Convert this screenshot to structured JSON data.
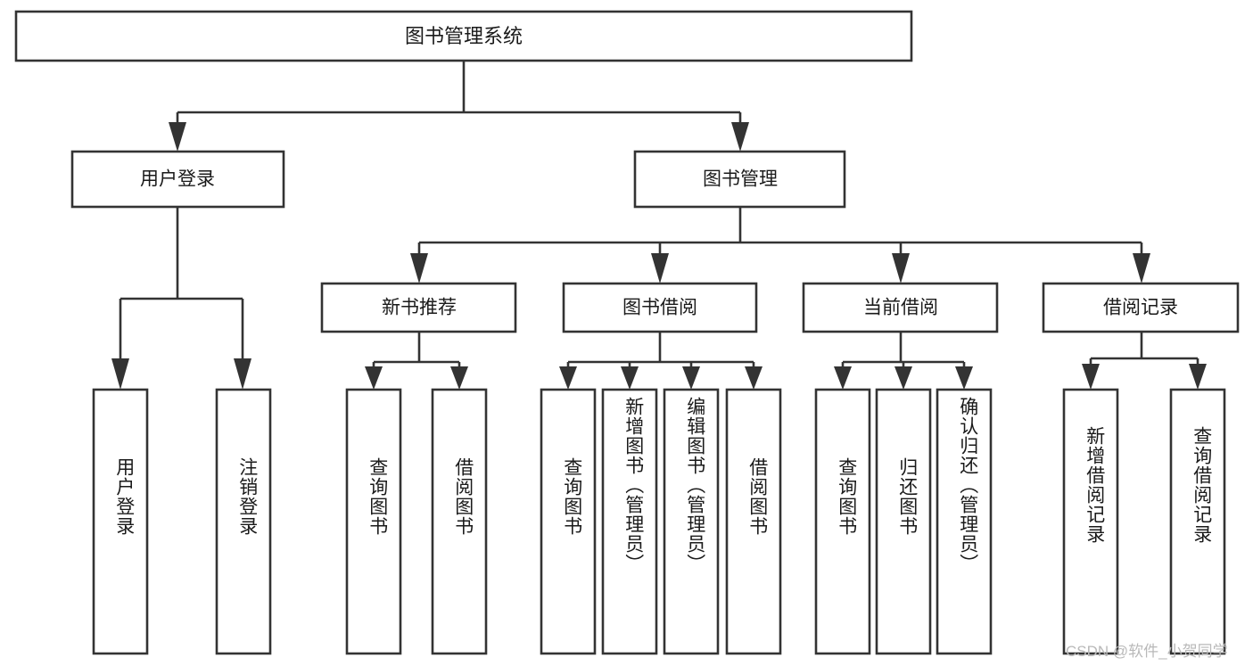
{
  "diagram": {
    "type": "tree-hierarchy",
    "root": {
      "id": "root",
      "label": "图书管理系统"
    },
    "level2": [
      {
        "id": "user-login",
        "label": "用户登录"
      },
      {
        "id": "book-manage",
        "label": "图书管理"
      }
    ],
    "level3": [
      {
        "id": "new-book-recommend",
        "label": "新书推荐"
      },
      {
        "id": "book-borrow",
        "label": "图书借阅"
      },
      {
        "id": "current-borrow",
        "label": "当前借阅"
      },
      {
        "id": "borrow-record",
        "label": "借阅记录"
      }
    ],
    "leaves": {
      "user_login": [
        {
          "id": "leaf-user-login",
          "label": "用户登录"
        },
        {
          "id": "leaf-logout-login",
          "label": "注销登录"
        }
      ],
      "new_book_recommend": [
        {
          "id": "leaf-query-book-1",
          "label": "查询图书"
        },
        {
          "id": "leaf-borrow-book-1",
          "label": "借阅图书"
        }
      ],
      "book_borrow": [
        {
          "id": "leaf-query-book-2",
          "label": "查询图书"
        },
        {
          "id": "leaf-add-book-admin",
          "label": "新增图书（管理员）"
        },
        {
          "id": "leaf-edit-book-admin",
          "label": "编辑图书（管理员）"
        },
        {
          "id": "leaf-borrow-book-2",
          "label": "借阅图书"
        }
      ],
      "current_borrow": [
        {
          "id": "leaf-query-book-3",
          "label": "查询图书"
        },
        {
          "id": "leaf-return-book",
          "label": "归还图书"
        },
        {
          "id": "leaf-confirm-return-admin",
          "label": "确认归还（管理员）"
        }
      ],
      "borrow_record": [
        {
          "id": "leaf-add-borrow-record",
          "label": "新增借阅记录"
        },
        {
          "id": "leaf-query-borrow-record",
          "label": "查询借阅记录"
        }
      ]
    }
  },
  "watermark": {
    "text": "CSDN @软件_小贺同学"
  },
  "colors": {
    "stroke": "#333333",
    "box_fill": "#ffffff",
    "text": "#1a1a1a",
    "watermark": "#b9b9b9",
    "background": "#ffffff"
  }
}
